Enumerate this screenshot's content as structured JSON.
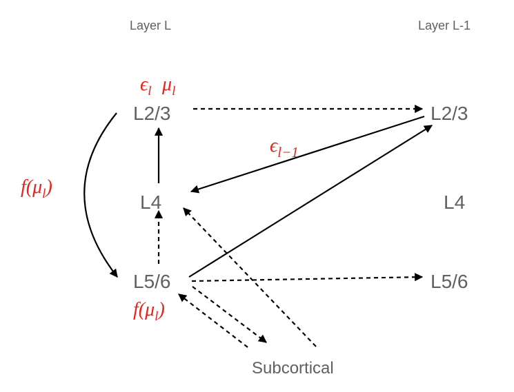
{
  "headers": {
    "left": "Layer L",
    "right": "Layer L-1"
  },
  "layer_l": {
    "l23": "L2/3",
    "l4": "L4",
    "l56": "L5/6"
  },
  "layer_l_minus_1": {
    "l23": "L2/3",
    "l4": "L4",
    "l56": "L5/6"
  },
  "subcortical": "Subcortical",
  "annotations": {
    "epsilon_l": {
      "base": "ϵ",
      "sub": "l"
    },
    "mu_l": {
      "base": "μ",
      "sub": "l"
    },
    "epsilon_l_minus_1": {
      "base": "ϵ",
      "sub": "l−1"
    },
    "f_mu_l_left": {
      "pre": "f(",
      "base": "μ",
      "sub": "l",
      "post": ")"
    },
    "f_mu_l_bottom": {
      "pre": "f(",
      "base": "μ",
      "sub": "l",
      "post": ")"
    }
  },
  "colors": {
    "node_text": "#606060",
    "math_text": "#e8231a",
    "edge": "#000000"
  },
  "edges": [
    {
      "from": "L_L2/3",
      "to": "L-1_L2/3",
      "style": "dashed"
    },
    {
      "from": "L-1_L2/3",
      "to": "L_L4",
      "style": "solid"
    },
    {
      "from": "L_L4",
      "to": "L_L2/3",
      "style": "solid"
    },
    {
      "from": "L_L2/3",
      "to": "L_L5/6",
      "style": "solid-curved"
    },
    {
      "from": "L_L5/6",
      "to": "L_L4",
      "style": "dashed"
    },
    {
      "from": "L_L5/6",
      "to": "L-1_L2/3",
      "style": "solid"
    },
    {
      "from": "L_L5/6",
      "to": "L-1_L5/6",
      "style": "dashed"
    },
    {
      "from": "L_L5/6",
      "to": "Subcortical",
      "style": "dashed"
    },
    {
      "from": "Subcortical",
      "to": "L_L5/6",
      "style": "dashed"
    },
    {
      "from": "Subcortical",
      "to": "L_L4",
      "style": "dashed"
    }
  ]
}
